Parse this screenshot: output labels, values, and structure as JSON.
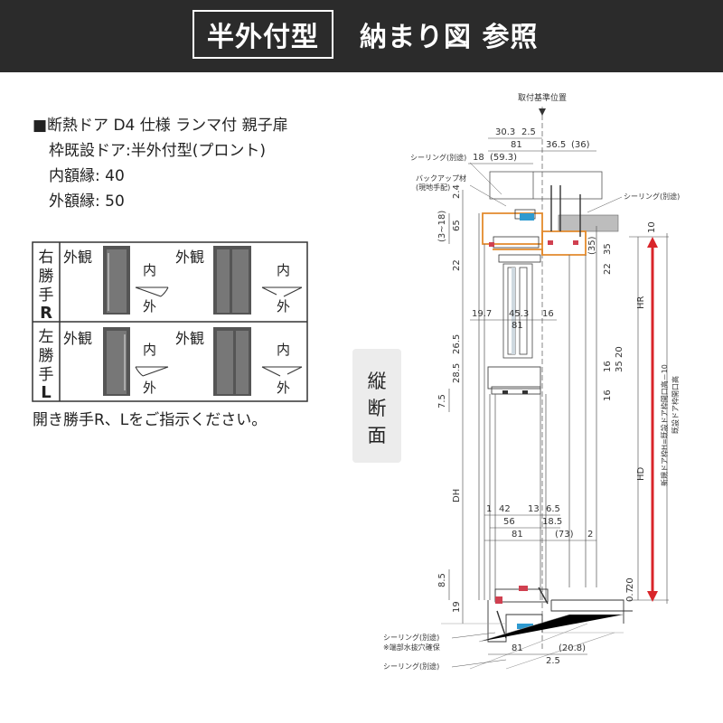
{
  "header": {
    "badge": "半外付型",
    "title": "納まり図 参照"
  },
  "spec": {
    "line1": "■断熱ドア D4 仕様 ランマ付 親子扉",
    "line2": "枠既設ドア:半外付型(プロント)",
    "line3": "内額縁: 40",
    "line4": "外額縁: 50"
  },
  "hand_table": {
    "right": {
      "c1": "右",
      "c2": "勝",
      "c3": "手",
      "letter": "R"
    },
    "left": {
      "c1": "左",
      "c2": "勝",
      "c3": "手",
      "letter": "L"
    },
    "gaikan": "外観",
    "inside": "内",
    "outside": "外"
  },
  "note": "開き勝手R、Lをご指示ください。",
  "section_label": {
    "c1": "縦",
    "c2": "断",
    "c3": "面"
  },
  "drawing": {
    "datum": "取付基準位置",
    "top_dims": {
      "a": "30.3",
      "b": "2.5",
      "c": "81",
      "d": "18",
      "e": "(59.3)",
      "f": "36.5",
      "g": "(36)"
    },
    "sealing": "シーリング(別途)",
    "backup1": "バックアップ材",
    "backup2": "(現地手配)",
    "left_dims": {
      "a": "2.4",
      "b": "65",
      "c": "(3~18)",
      "d": "22",
      "e": "26.5",
      "f": "28.5",
      "g": "7.5",
      "h": "DH",
      "i": "8.5",
      "j": "19"
    },
    "mid_dims": {
      "a": "19.7",
      "b": "45.3",
      "c": "16",
      "d": "81",
      "e": "(35)",
      "f": "35",
      "g": "22",
      "h": "16",
      "i": "35",
      "j": "20",
      "k": "16"
    },
    "frame_dims": {
      "a": "1",
      "b": "42",
      "c": "13",
      "d": "6.5",
      "e": "56",
      "f": "18.5",
      "g": "81",
      "h": "(73)",
      "i": "2"
    },
    "right_dims": {
      "a": "10",
      "b": "HR",
      "c": "HD",
      "d": "20",
      "e": "0.7"
    },
    "h_note1": "新規ドア枠H=既設ドア枠開口高－10",
    "h_note2": "既設ドア枠開口高",
    "bottom": {
      "seal1": "シーリング(別途)",
      "drain": "※端部水抜穴確保",
      "dim81": "81",
      "dim208": "(20.8)",
      "dim25": "2.5",
      "seal2": "シーリング(別途)"
    }
  }
}
